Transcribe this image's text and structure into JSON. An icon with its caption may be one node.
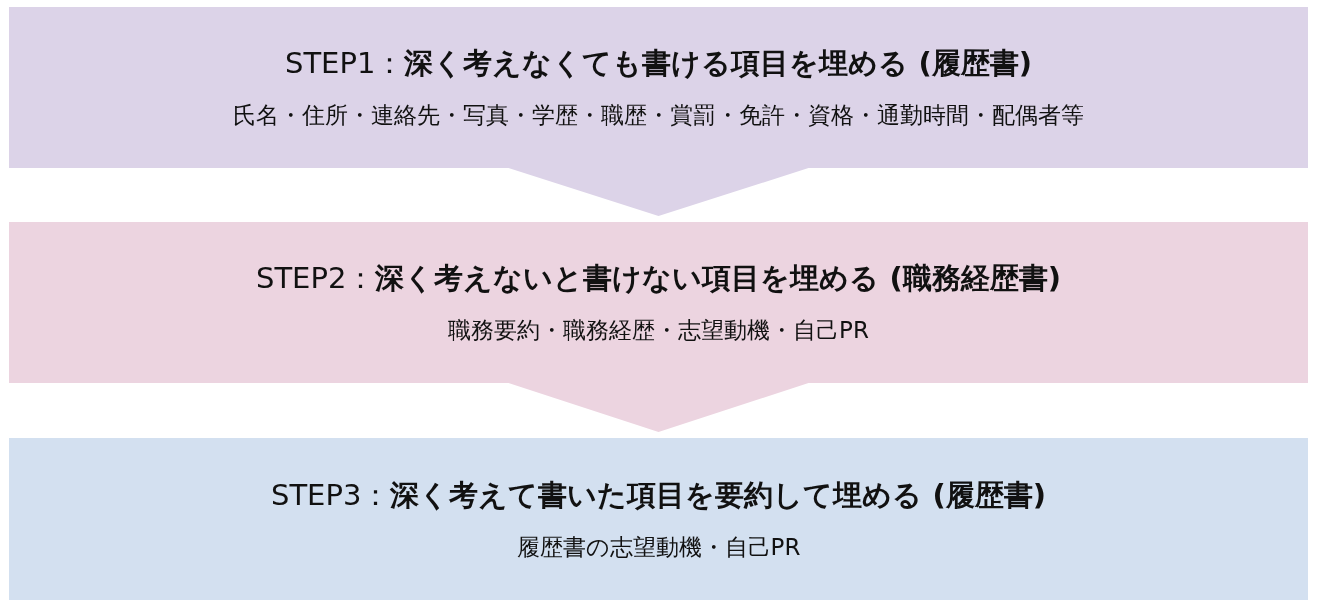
{
  "diagram": {
    "nodes": [
      {
        "text": [
          "STEP1：**深く考えなくても書ける項目を埋める (履歴書)**",
          "氏名・住所・連絡先・写真・学歴・職歴・賞罰・免許・資格・通勤時間・配偶者等"
        ]
      },
      {
        "text": [
          "STEP2：**深く考えないと書けない項目を埋める (職務経歴書)**",
          "職務要約・職務経歴・志望動機・自己PR"
        ]
      },
      {
        "text": [
          "STEP3：**深く考えて書いた項目を要約して埋める (履歴書)**",
          "履歴書の志望動機・自己PR"
        ]
      }
    ],
    "edges": [
      {
        "from": 0,
        "to": 1,
        "arrow": "to",
        "color": "#dcd3e8"
      },
      {
        "from": 1,
        "to": 2,
        "arrow": "to",
        "color": "#ecd4e0"
      }
    ]
  }
}
